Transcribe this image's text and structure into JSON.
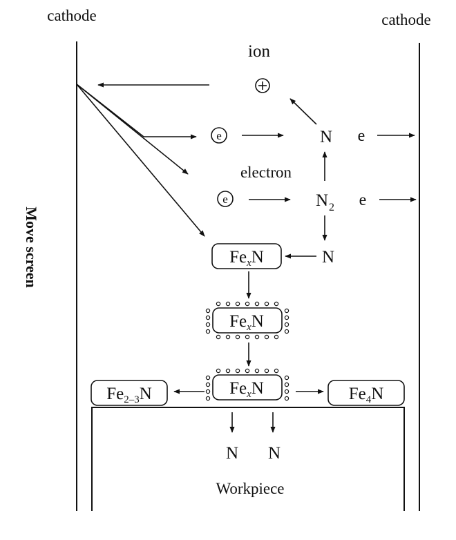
{
  "labels": {
    "cathode_left": "cathode",
    "cathode_right": "cathode",
    "ion": "ion",
    "electron": "electron",
    "move_screen": "Move screen",
    "workpiece": "Workpiece",
    "ion_symbol": "⊕",
    "electron_symbol": "e",
    "electron_free": "e",
    "atom_n": "N",
    "molecule_n2": "N",
    "molecule_n2_sub": "2",
    "fe": "Fe",
    "fe_sub_x": "x",
    "nitride_n": "N",
    "fe23_sub": "2–3",
    "fe4_sub": "4"
  }
}
